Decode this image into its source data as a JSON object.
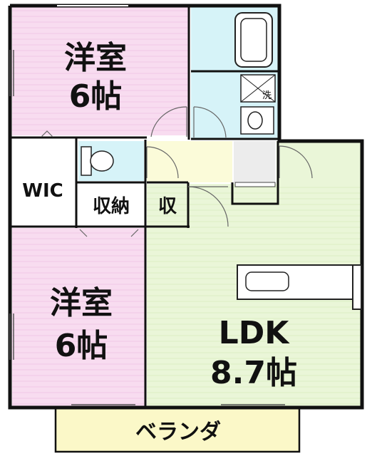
{
  "rooms": {
    "bedroom_top": {
      "name": "洋室",
      "size": "6帖"
    },
    "bedroom_bottom": {
      "name": "洋室",
      "size": "6帖"
    },
    "wic": "WIC",
    "closet": "収納",
    "small_storage": "収",
    "ldk": {
      "name": "LDK",
      "size": "8.7帖"
    },
    "veranda": "ベランダ"
  },
  "fixtures": {
    "washer_mark": "洗"
  },
  "colors": {
    "bedroom": "#f8dcf0",
    "wet_area": "#d6f3f8",
    "ldk": "#eaf6d8",
    "hall": "#fbfbd9",
    "veranda": "#fbf8c8",
    "entry": "#ececec",
    "wall": "#111111"
  }
}
